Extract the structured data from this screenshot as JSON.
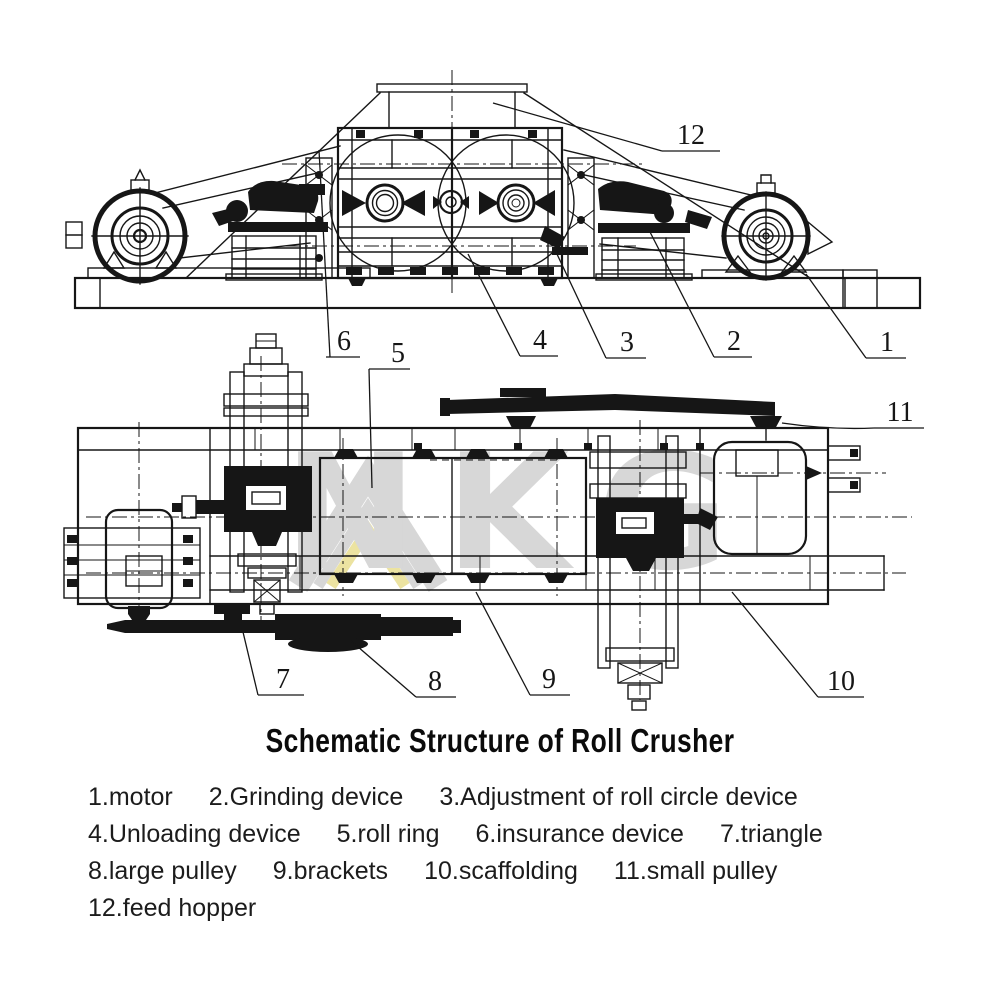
{
  "title": "Schematic Structure of Roll Crusher",
  "callouts": {
    "n1": "1",
    "n2": "2",
    "n3": "3",
    "n4": "4",
    "n5": "5",
    "n6": "6",
    "n7": "7",
    "n8": "8",
    "n9": "9",
    "n10": "10",
    "n11": "11",
    "n12": "12"
  },
  "parts": [
    {
      "num": "1",
      "name": "motor"
    },
    {
      "num": "2",
      "name": "Grinding device"
    },
    {
      "num": "3",
      "name": "Adjustment of roll circle device"
    },
    {
      "num": "4",
      "name": "Unloading device"
    },
    {
      "num": "5",
      "name": "roll ring"
    },
    {
      "num": "6",
      "name": "insurance device"
    },
    {
      "num": "7",
      "name": "triangle"
    },
    {
      "num": "8",
      "name": "large pulley"
    },
    {
      "num": "9",
      "name": "brackets"
    },
    {
      "num": "10",
      "name": "scaffolding"
    },
    {
      "num": "11",
      "name": "small pulley"
    },
    {
      "num": "12",
      "name": "feed hopper"
    }
  ],
  "legend": {
    "rows": [
      [
        "1.motor",
        "2.Grinding device",
        "3.Adjustment of roll circle device"
      ],
      [
        "4.Unloading device",
        "5.roll ring",
        "6.insurance device",
        "7.triangle"
      ],
      [
        "8.large pulley",
        "9.brackets",
        "10.scaffolding",
        "11.small pulley"
      ],
      [
        "12.feed hopper"
      ]
    ]
  },
  "watermark": {
    "letters": "NKG"
  },
  "colors": {
    "line": "#161616",
    "background": "#ffffff",
    "watermark_gray": "#d7d7d7",
    "watermark_yellow": "#ece3a1"
  }
}
